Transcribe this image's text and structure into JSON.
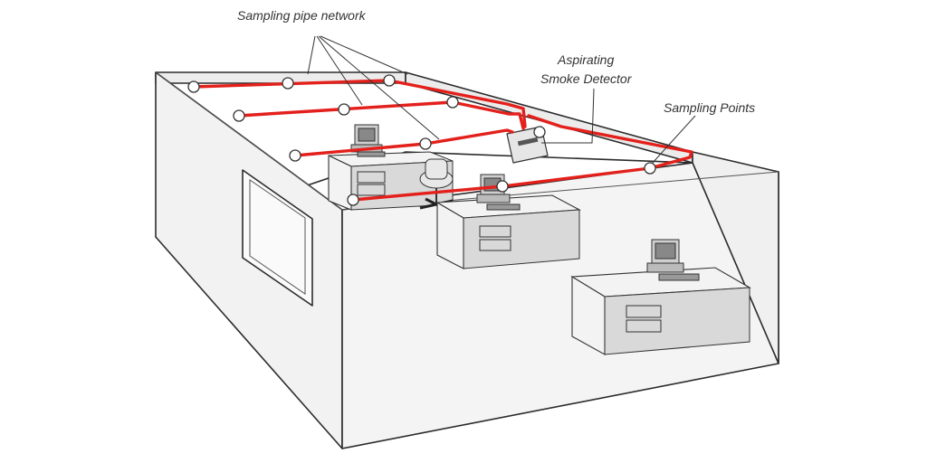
{
  "labels": {
    "pipe_network": "Sampling pipe network",
    "detector_line1": "Aspirating",
    "detector_line2": "Smoke Detector",
    "sampling_points": "Sampling Points"
  },
  "colors": {
    "pipe": "#e3201b",
    "walls": "#f4f4f4",
    "floor": "#ffffff",
    "outline": "#2b2b2b"
  }
}
